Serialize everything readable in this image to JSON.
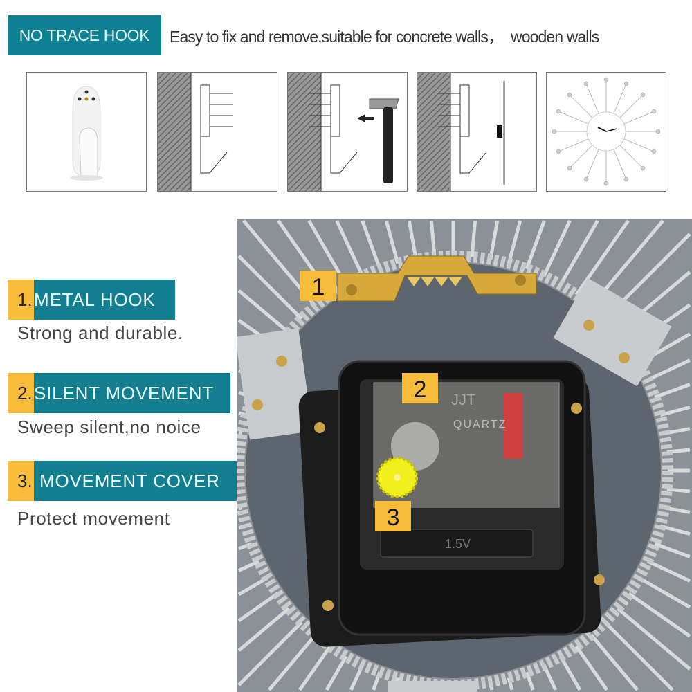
{
  "banner": {
    "title": "NO TRACE HOOK",
    "description": "Easy to fix and remove,suitable for concrete walls，  wooden walls"
  },
  "steps": [
    {
      "icon": "plastic-hook"
    },
    {
      "icon": "hook-on-wall"
    },
    {
      "icon": "hammer-into-wall"
    },
    {
      "icon": "hang-clock-on-hook"
    },
    {
      "icon": "hanging-clock"
    }
  ],
  "features": [
    {
      "number": "1.",
      "title": "METAL HOOK",
      "description": "Strong and durable."
    },
    {
      "number": "2.",
      "title": "SILENT MOVEMENT",
      "description": "Sweep silent,no noice"
    },
    {
      "number": "3.",
      "title": " MOVEMENT COVER",
      "description": "Protect movement"
    }
  ],
  "photo": {
    "markers": [
      "1",
      "2",
      "3"
    ],
    "movement_brand": "JJT",
    "movement_label": "QUARTZ",
    "battery_label": "1.5V"
  },
  "colors": {
    "teal": "#0f8194",
    "yellow": "#f7bd3a",
    "text": "#444444"
  }
}
